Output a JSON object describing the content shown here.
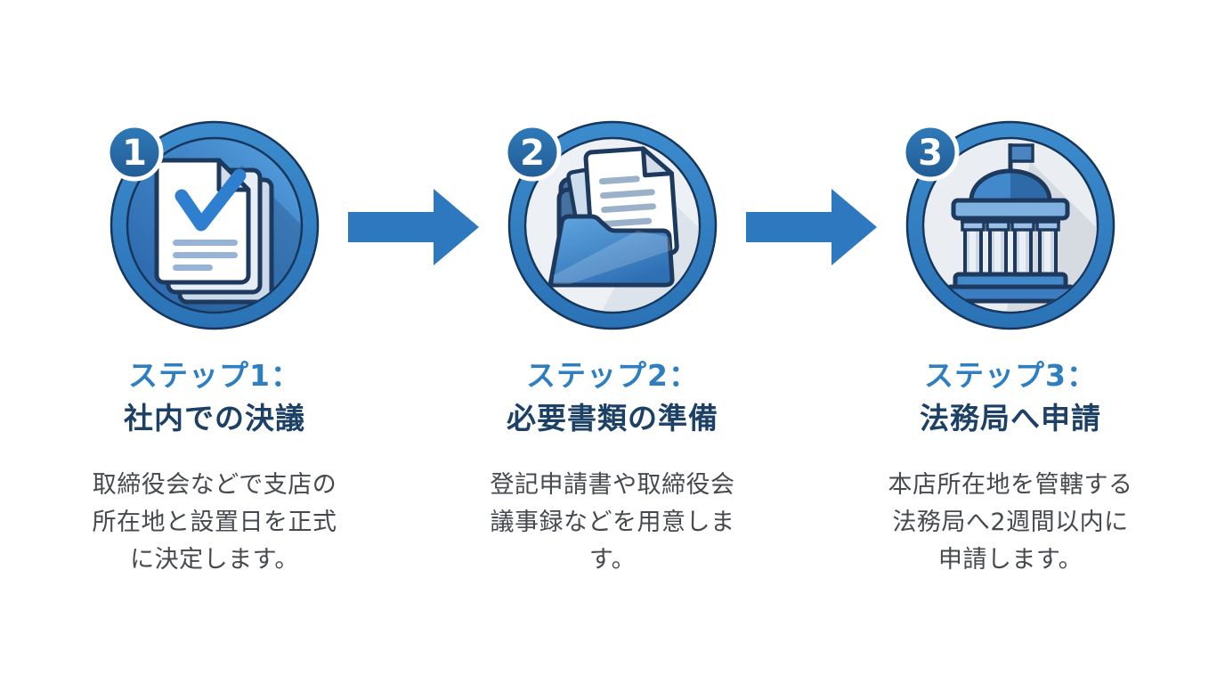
{
  "diagram": {
    "type": "process-flow",
    "language": "ja",
    "background": "#ffffff"
  },
  "colors": {
    "accent_blue": "#2e78bf",
    "ring_blue": "#2f7dc1",
    "outline_navy": "#1d3a5e",
    "badge_blue": "#2a6fae",
    "title_blue": "#2e7fc1",
    "title_navy": "#1c4066",
    "body_text": "#46494e",
    "light_disc": "#edf1f5"
  },
  "steps": [
    {
      "badge_number": "1",
      "icon": "documents-check-icon",
      "title_line1": "ステップ1：",
      "title_line2": "社内での決議",
      "body": "取締役会などで支店の\n所在地と設置日を正式\nに決定します。"
    },
    {
      "badge_number": "2",
      "icon": "folder-documents-icon",
      "title_line1": "ステップ2：",
      "title_line2": "必要書類の準備",
      "body": "登記申請書や取締役会\n議事録などを用意しま\nす。"
    },
    {
      "badge_number": "3",
      "icon": "government-building-icon",
      "title_line1": "ステップ3：",
      "title_line2": "法務局へ申請",
      "body": "本店所在地を管轄する\n法務局へ2週間以内に\n申請します。"
    }
  ],
  "arrows": [
    {
      "name": "arrow-right-1",
      "direction": "right"
    },
    {
      "name": "arrow-right-2",
      "direction": "right"
    }
  ]
}
